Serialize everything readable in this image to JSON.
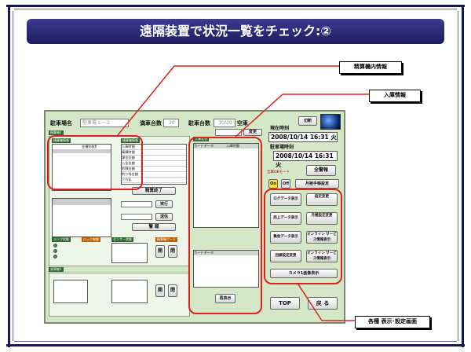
{
  "title": "遠隔装置で状況一覧をチェック:②",
  "callouts": {
    "settle": "精算機内情報",
    "entry": "入庫情報",
    "screens": "各種 表示･設定画面"
  },
  "app": {
    "parking_name_label": "駐車場名",
    "parking_name_value": "駐車場１－２",
    "full_label": "満車台数",
    "full_value": "20",
    "parked_label": "駐車台数",
    "parked_value": "10/20",
    "vacancy_label": "空車",
    "change_btn": "変更",
    "switch_btn": "切断",
    "current_time_label": "現在時刻",
    "current_time": "2008/10/14 16:31 火",
    "parking_time_label": "駐車場時刻",
    "parking_time": "2008/10/14 16:31 火",
    "fullmode_btn": "全警報",
    "mode_label": "全車OKモード",
    "on_btn": "On",
    "off_btn": "Off",
    "manual_btn": "月極手帳設定",
    "settle_tab": "精算機1",
    "settle_info_tag": "精算機情報",
    "unit_info_tag": "精算機情報",
    "ledger_rows": [
      [
        "",
        "",
        "金種別枚数",
        ""
      ],
      [
        "",
        "",
        "",
        ""
      ],
      [
        "",
        "",
        "",
        ""
      ],
      [
        "",
        "",
        "",
        ""
      ],
      [
        "",
        "",
        "",
        ""
      ]
    ],
    "unit_rows": [
      [
        "入庫時間",
        ""
      ],
      [
        "精算時間",
        ""
      ],
      [
        "課金金額",
        ""
      ],
      [
        "入金金額",
        ""
      ],
      [
        "釣銭金額",
        ""
      ],
      [
        "釣り残金額",
        ""
      ],
      [
        "ク方払",
        ""
      ]
    ],
    "device_rows": [
      [
        "",
        ""
      ],
      [
        "",
        ""
      ],
      [
        "",
        ""
      ],
      [
        "",
        ""
      ],
      [
        "",
        ""
      ],
      [
        "",
        ""
      ],
      [
        "",
        ""
      ],
      [
        "",
        ""
      ]
    ],
    "pay_btn": "精算終了",
    "send_btn": "実行",
    "send2_btn": "送信",
    "alarm_btn": "警 報",
    "lamp_tag": "ランプ状態",
    "lock_tag": "ロック制御",
    "sensor_tag": "センサー状態",
    "gate_tag": "精算機ゲート",
    "lamp_items": [
      "",
      "",
      ""
    ],
    "open_btn": "開",
    "close_btn": "閉",
    "bottom_tag": "発車機1",
    "entry_tag": "入庫状況",
    "entry_count": "",
    "entry_header": [
      "カードデータ",
      "入庫時間"
    ],
    "entry_rows": [
      [
        "",
        ""
      ],
      [
        "",
        ""
      ],
      [
        "",
        ""
      ],
      [
        "",
        ""
      ],
      [
        "",
        ""
      ],
      [
        "",
        ""
      ],
      [
        "",
        ""
      ],
      [
        "",
        ""
      ],
      [
        "",
        ""
      ],
      [
        "",
        ""
      ],
      [
        "",
        ""
      ],
      [
        "",
        ""
      ],
      [
        "",
        ""
      ],
      [
        "",
        ""
      ],
      [
        "",
        ""
      ],
      [
        "",
        ""
      ]
    ],
    "settled_header": [
      "カードデータ",
      ""
    ],
    "reconnect_btn": "再表示",
    "side_buttons": [
      [
        "ログデータ表示",
        "設定変更"
      ],
      [
        "売上データ表示",
        "月極設定変更"
      ],
      [
        "集金データ表示",
        "オンライン サービス情報表示"
      ],
      [
        "回線設定変更",
        "オンライン サービス情報表示"
      ]
    ],
    "camera_btn": "カメラ1画像表示",
    "top_btn": "TOP",
    "back_btn": "戻 る"
  },
  "colors": {
    "banner": "#2a2a78",
    "highlight": "#e02020",
    "app_bg": "#d4e8c8"
  }
}
